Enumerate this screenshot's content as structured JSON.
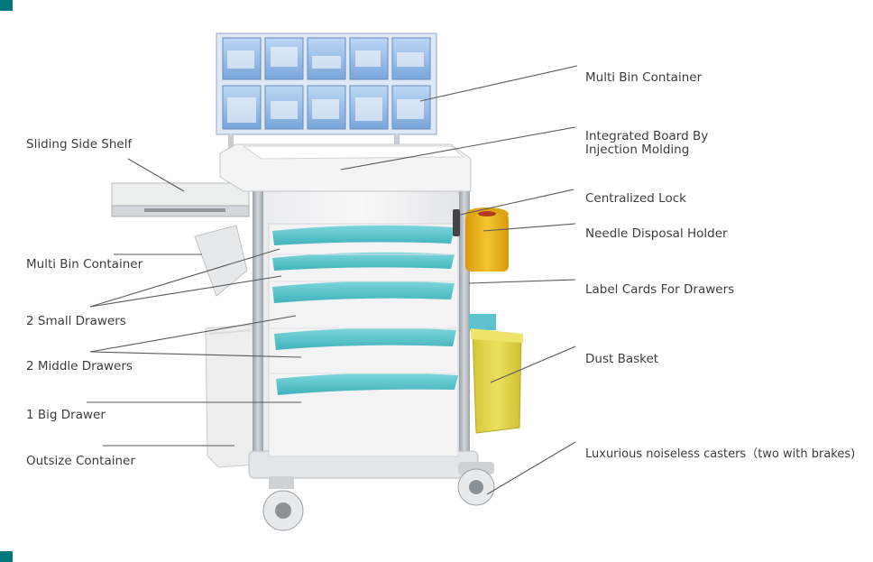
{
  "colors": {
    "accent": "#00777d",
    "drawer_teal": "#4fc3cc",
    "bin_blue": "#7fb2e8",
    "sharps_yellow": "#f0b81a",
    "basket_yellow": "#e6d84a",
    "body_white": "#f2f2f2",
    "frame_grey": "#b9bec4"
  },
  "labels_left": [
    "Sliding Side Shelf",
    "Multi Bin Container",
    "2 Small Drawers",
    "2 Middle Drawers",
    "1 Big Drawer",
    "Outsize Container"
  ],
  "labels_right": [
    "Multi Bin Container",
    "Integrated Board By\nInjection Molding",
    "Centralized Lock",
    "Needle Disposal Holder",
    "Label Cards For Drawers",
    "Dust Basket",
    "Luxurious noiseless casters（two with brakes)"
  ]
}
